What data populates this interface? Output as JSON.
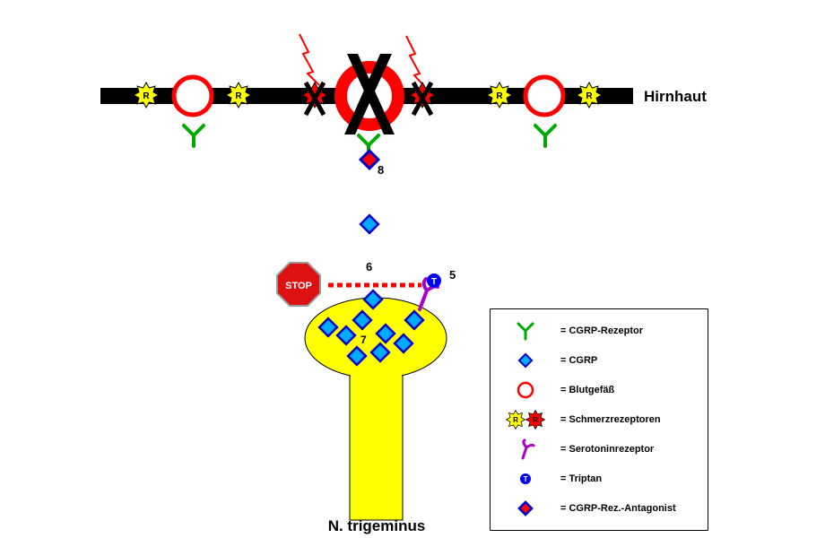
{
  "labels": {
    "membrane": "Hirnhaut",
    "nerve": "N. trigeminus",
    "stop": "STOP",
    "receptor_letter": "R",
    "triptan_letter": "T",
    "marker_8": "8",
    "marker_6": "6",
    "marker_5": "5",
    "marker_7": "7"
  },
  "legend": {
    "items": [
      {
        "icon": "cgrp-receptor-icon",
        "text": "= CGRP-Rezeptor"
      },
      {
        "icon": "cgrp-icon",
        "text": "= CGRP"
      },
      {
        "icon": "blood-vessel-icon",
        "text": "= Blutgefäß"
      },
      {
        "icon": "pain-receptors-icon",
        "text": "= Schmerzrezeptoren"
      },
      {
        "icon": "serotonin-receptor-icon",
        "text": "= Serotoninrezeptor"
      },
      {
        "icon": "triptan-icon",
        "text": "= Triptan"
      },
      {
        "icon": "cgrp-antagonist-icon",
        "text": "= CGRP-Rez.-Antagonist"
      }
    ]
  },
  "colors": {
    "membrane": "#000000",
    "vessel": "#ff0000",
    "receptor_star": "#ffff00",
    "receptor_star_active": "#ff0000",
    "cgrp_receptor": "#00aa00",
    "cgrp": "#00aaff",
    "cgrp_border": "#0000cc",
    "nerve": "#ffff00",
    "serotonin_receptor": "#aa00cc",
    "triptan": "#0000ff",
    "stop_sign": "#dd1111",
    "stop_line": "#ff0000"
  }
}
